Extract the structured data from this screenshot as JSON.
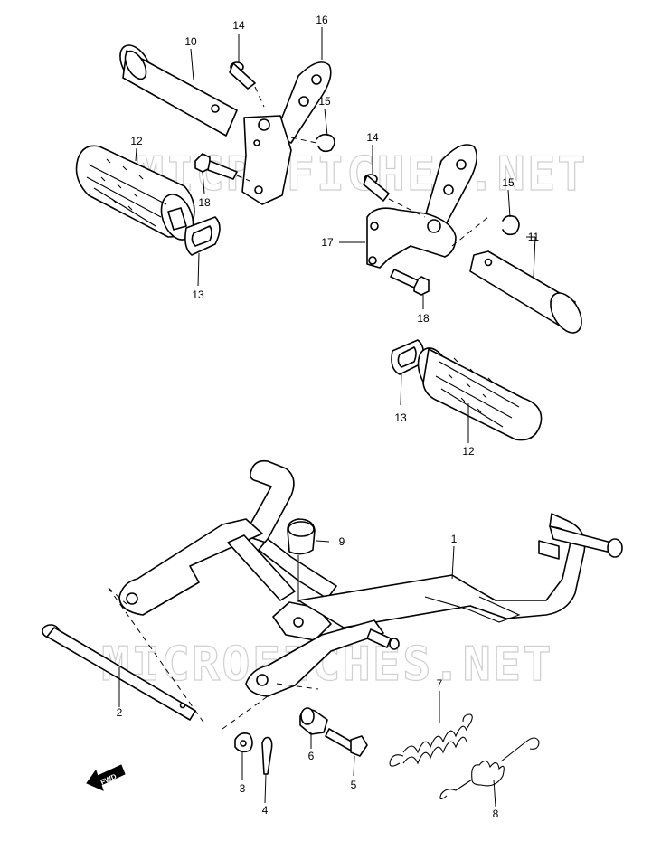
{
  "watermark": "MICROFICHES.NET",
  "direction_label": "FWD",
  "callouts": [
    "1",
    "2",
    "3",
    "4",
    "5",
    "6",
    "7",
    "8",
    "9",
    "10",
    "11",
    "12",
    "12",
    "13",
    "13",
    "14",
    "14",
    "15",
    "15",
    "16",
    "17",
    "18",
    "18"
  ]
}
